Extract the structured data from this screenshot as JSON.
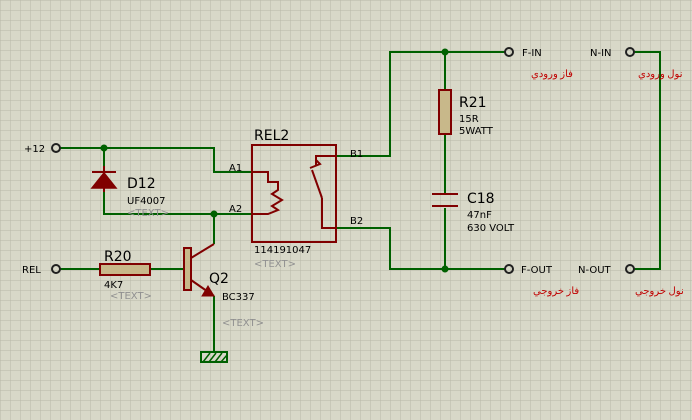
{
  "terminals": {
    "plus12": "+12",
    "rel": "REL",
    "f_in": "F-IN",
    "f_out": "F-OUT",
    "n_in": "N-IN",
    "n_out": "N-OUT"
  },
  "arabic_labels": {
    "f_in": "فاز ورودي",
    "n_in": "نول ورودي",
    "f_out": "فاز خروجي",
    "n_out": "نول خروجي"
  },
  "components": {
    "d12": {
      "ref": "D12",
      "value": "UF4007",
      "text": "<TEXT>"
    },
    "r20": {
      "ref": "R20",
      "value": "4K7",
      "text": "<TEXT>"
    },
    "q2": {
      "ref": "Q2",
      "value": "BC337",
      "text": "<TEXT>"
    },
    "rel2": {
      "ref": "REL2",
      "value": "114191047",
      "text": "<TEXT>",
      "pins": {
        "a1": "A1",
        "a2": "A2",
        "b1": "B1",
        "b2": "B2"
      }
    },
    "r21": {
      "ref": "R21",
      "value": "15R",
      "value2": "5WATT"
    },
    "c18": {
      "ref": "C18",
      "value": "47nF",
      "value2": "630 VOLT"
    }
  },
  "colors": {
    "background": "#d8d8c8",
    "grid": "#b8b8a8",
    "wire": "#006000",
    "component": "#800000",
    "arabic_text": "#c00000"
  }
}
